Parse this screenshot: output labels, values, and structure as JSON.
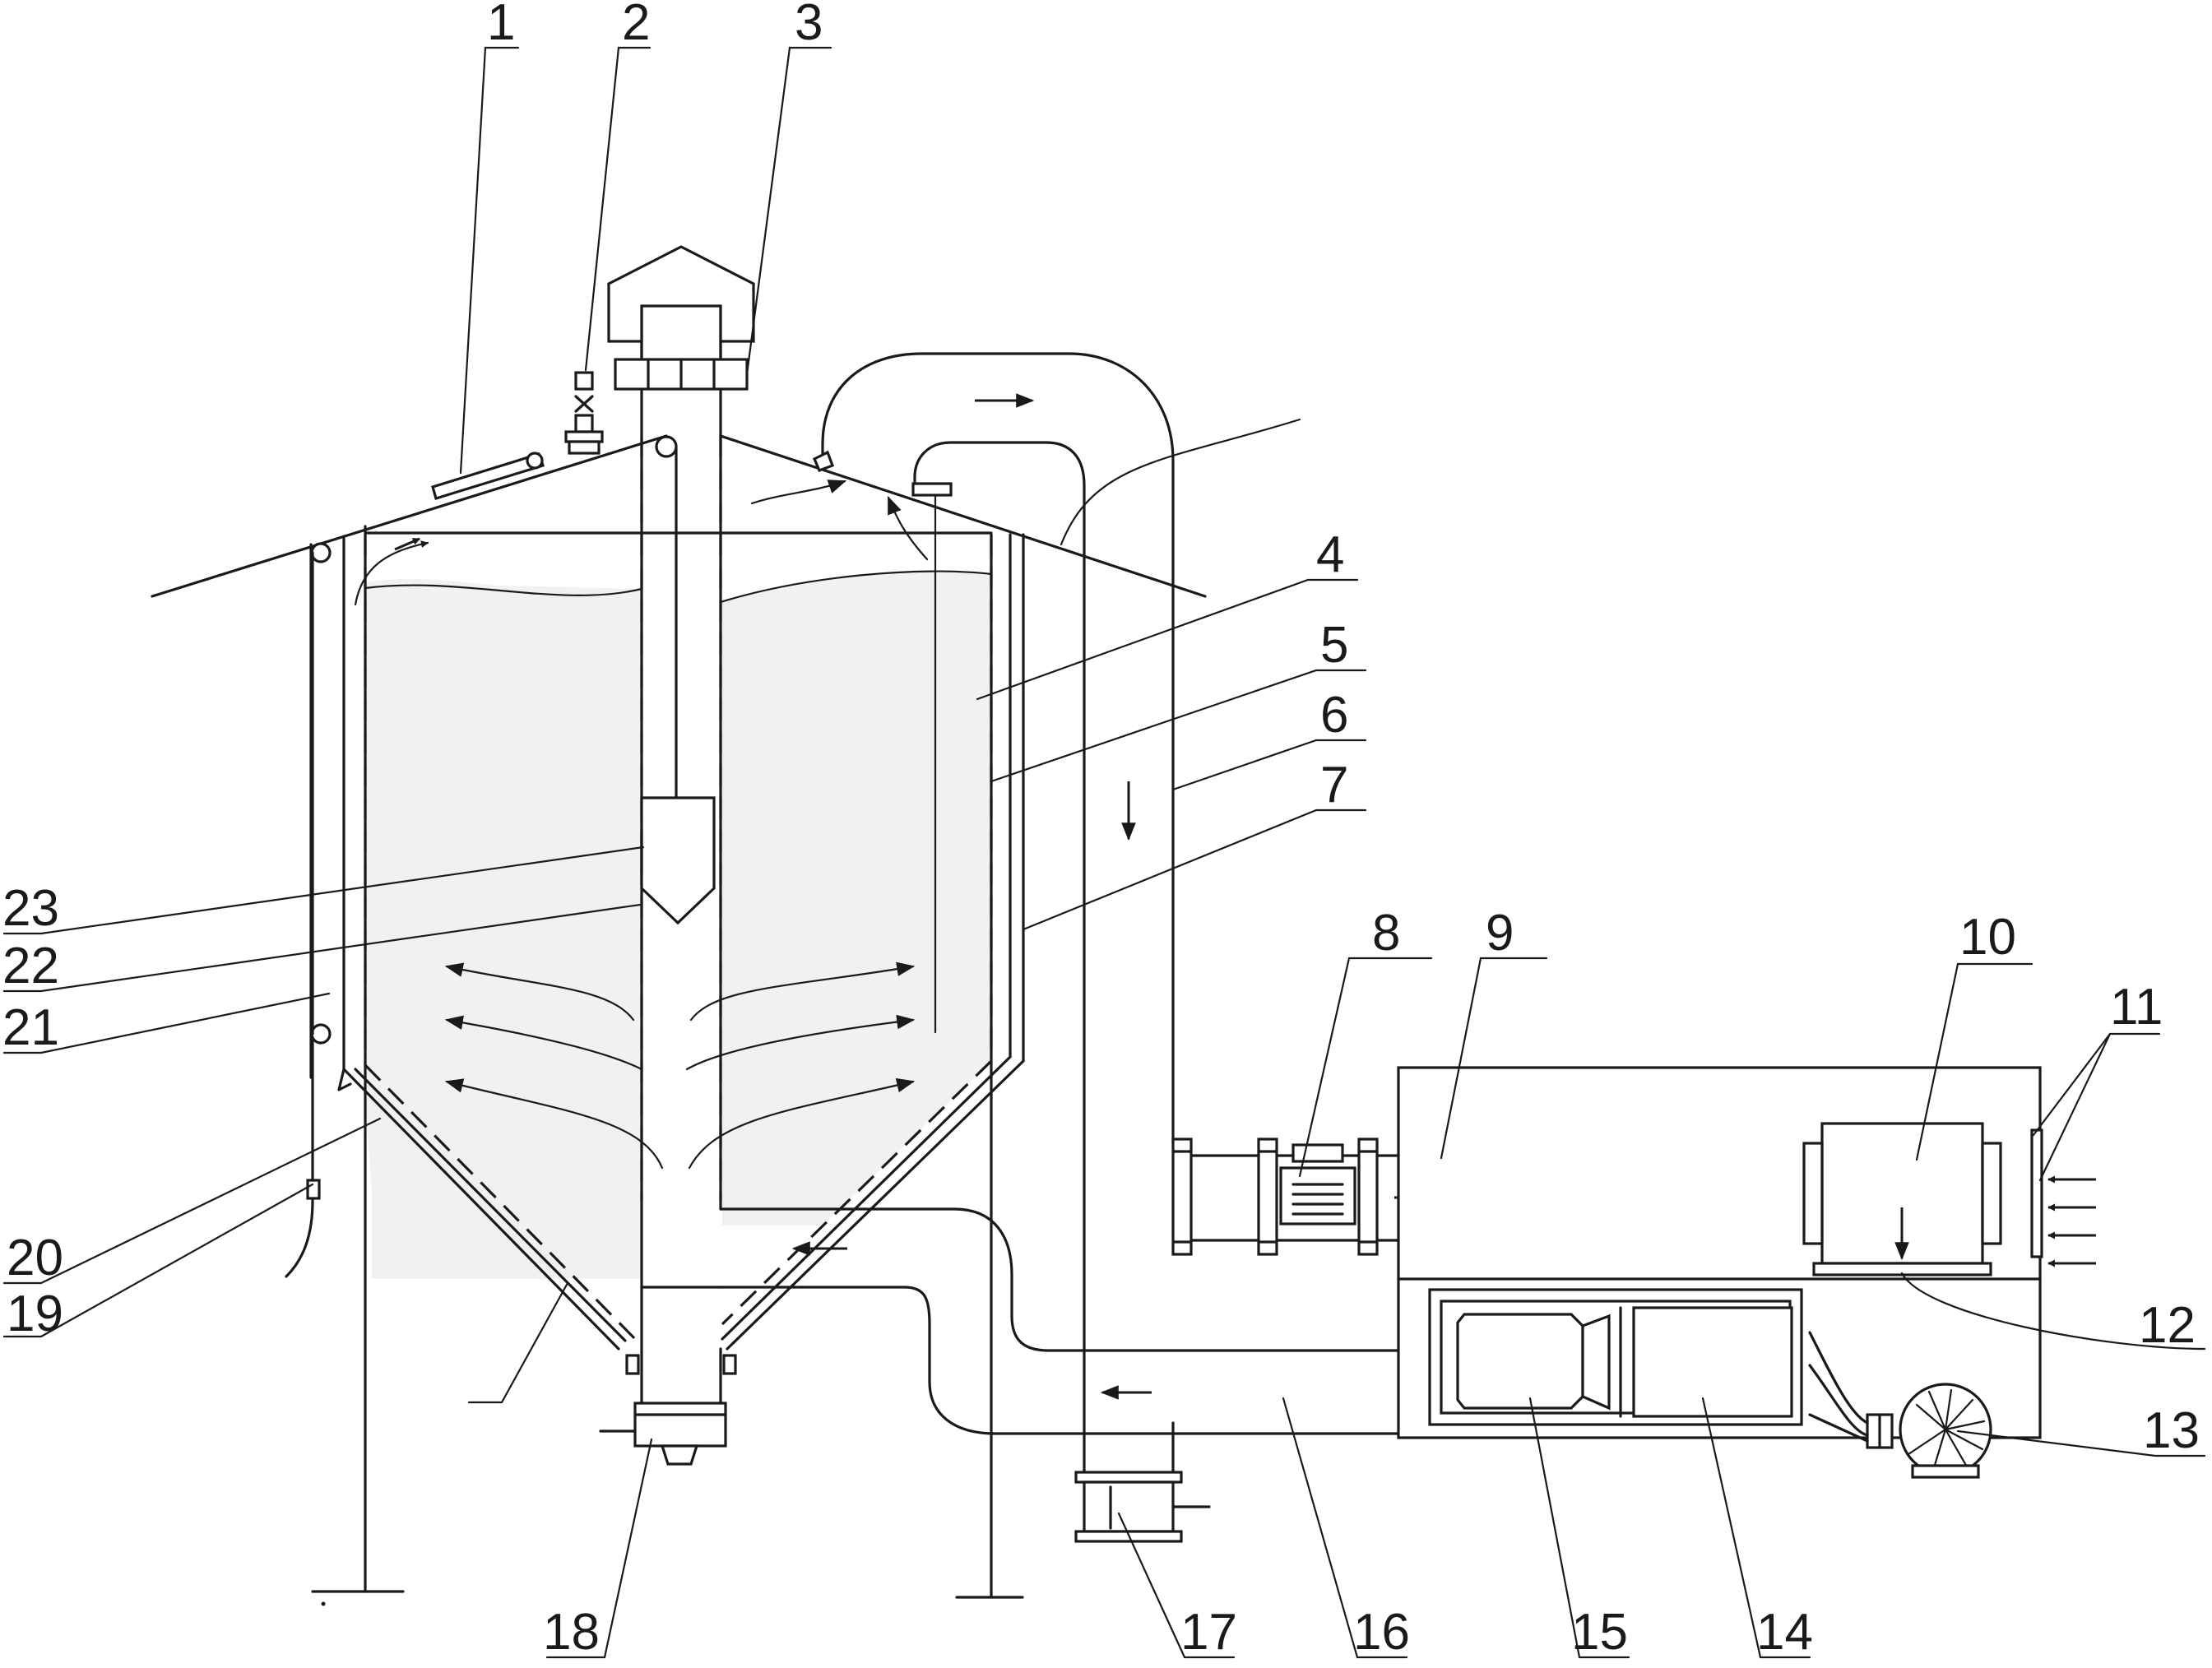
{
  "diagram": {
    "title": "",
    "labels": [
      "1",
      "2",
      "3",
      "4",
      "5",
      "6",
      "7",
      "8",
      "9",
      "10",
      "11",
      "12",
      "13",
      "14",
      "15",
      "16",
      "17",
      "18",
      "19",
      "20",
      "21",
      "22",
      "23"
    ]
  },
  "colors": {
    "ink": "#1a1a1a",
    "paper": "#ffffff",
    "grain_fill": "#f1f1f1"
  }
}
